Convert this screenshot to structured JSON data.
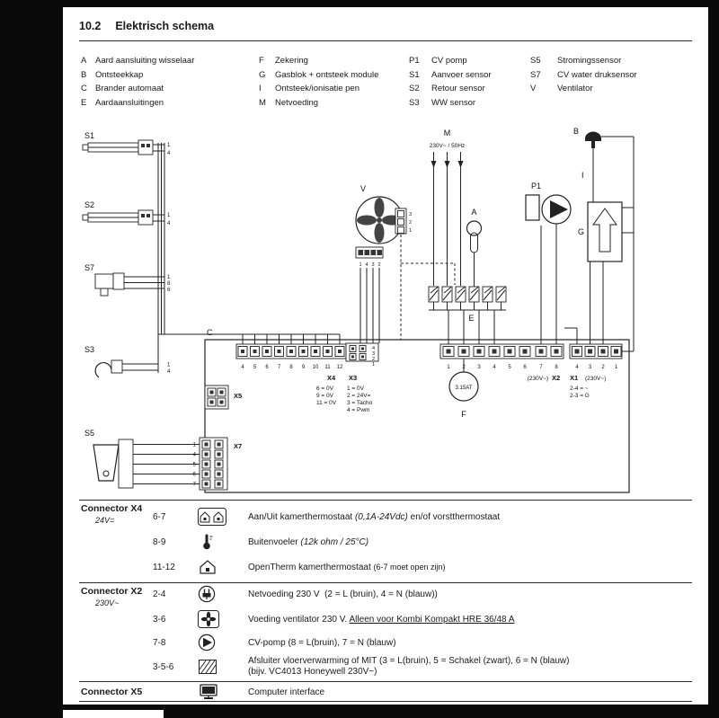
{
  "page": {
    "section_number": "10.2",
    "title": "Elektrisch schema"
  },
  "legend": {
    "col1": [
      {
        "key": "A",
        "label": "Aard aansluiting wisselaar"
      },
      {
        "key": "B",
        "label": "Ontsteekkap"
      },
      {
        "key": "C",
        "label": "Brander automaat"
      },
      {
        "key": "E",
        "label": "Aardaansluitingen"
      }
    ],
    "col2": [
      {
        "key": "F",
        "label": "Zekering"
      },
      {
        "key": "G",
        "label": "Gasblok + ontsteek module"
      },
      {
        "key": "I",
        "label": "Ontsteek/ionisatie pen"
      },
      {
        "key": "M",
        "label": "Netvoeding"
      }
    ],
    "col3": [
      {
        "key": "P1",
        "label": "CV pomp"
      },
      {
        "key": "S1",
        "label": "Aanvoer sensor"
      },
      {
        "key": "S2",
        "label": "Retour sensor"
      },
      {
        "key": "S3",
        "label": "WW sensor"
      }
    ],
    "col4": [
      {
        "key": "S5",
        "label": "Stromingssensor"
      },
      {
        "key": "S7",
        "label": "CV water druksensor"
      },
      {
        "key": "V",
        "label": "Ventilator"
      }
    ]
  },
  "diagram": {
    "components": {
      "s1": "S1",
      "s2": "S2",
      "s7": "S7",
      "s3": "S3",
      "s5": "S5",
      "c": "C",
      "v": "V",
      "m": "M",
      "m_voltage": "230V~ / 50Hz",
      "a": "A",
      "e": "E",
      "p1": "P1",
      "b": "B",
      "i": "I",
      "g": "G",
      "f": "F",
      "fuse_rating": "3.15AT"
    },
    "x4": {
      "label": "X4",
      "pins": [
        "4",
        "5",
        "6",
        "7",
        "8",
        "9",
        "10",
        "11",
        "12"
      ],
      "legend": [
        "6 = 0V",
        "9 = 0V",
        "11 = 0V"
      ]
    },
    "x3": {
      "label": "X3",
      "pins": [
        "4",
        "3",
        "2",
        "1"
      ],
      "legend": [
        "1 = 0V",
        "2 = 24V=",
        "3 = Tacho",
        "4 = Pwm"
      ]
    },
    "x2": {
      "label": "X2",
      "voltage": "(230V~)",
      "pins": [
        "1",
        "2",
        "3",
        "4",
        "5",
        "6",
        "7",
        "8"
      ]
    },
    "x1": {
      "label": "X1",
      "voltage": "(230V~)",
      "pins": [
        "4",
        "3",
        "2",
        "1"
      ],
      "legend": [
        "2-4 = ~",
        "2-3 = G"
      ]
    },
    "x5": {
      "label": "X5"
    },
    "x7": {
      "label": "X7",
      "pins": [
        "1",
        "4",
        "5",
        "6",
        "7"
      ]
    },
    "v_pins": [
      "1",
      "4",
      "3",
      "2"
    ],
    "v_aux_pins": [
      "3",
      "2",
      "1"
    ],
    "s1_pins": [
      "1",
      "4"
    ],
    "s2_pins": [
      "1",
      "4"
    ],
    "s7_pins": [
      "1",
      "8",
      "6"
    ],
    "s3_pins": [
      "1",
      "4"
    ]
  },
  "connectors": {
    "sections": [
      {
        "name": "Connector X4",
        "voltage": "24V=",
        "rows": [
          {
            "pins": "6-7",
            "icon": "room-thermostat",
            "text": "Aan/Uit kamerthermostaat",
            "note": "(0,1A-24Vdc)",
            "suffix": "en/of vorstthermostaat"
          },
          {
            "pins": "8-9",
            "icon": "outdoor-sensor",
            "text": "Buitenvoeler",
            "note": "(12k ohm / 25°C)",
            "suffix": ""
          },
          {
            "pins": "11-12",
            "icon": "opentherm-thermostat",
            "text": "OpenTherm kamerthermostaat",
            "note": "(6-7 moet open zijn)",
            "suffix": ""
          }
        ]
      },
      {
        "name": "Connector X2",
        "voltage": "230V~",
        "rows": [
          {
            "pins": "2-4",
            "icon": "mains-supply",
            "text": "Netvoeding 230 V",
            "note": "(2 = L (bruin), 4 = N (blauw))",
            "suffix": ""
          },
          {
            "pins": "3-6",
            "icon": "fan",
            "text": "Voeding ventilator 230 V.",
            "underline": "Alleen voor Kombi Kompakt HRE 36/48 A",
            "suffix": ""
          },
          {
            "pins": "7-8",
            "icon": "pump",
            "text": "CV-pomp",
            "note": "(8 = L(bruin), 7 = N (blauw)",
            "suffix": ""
          },
          {
            "pins": "3-5-6",
            "icon": "floor-heating",
            "text": "Afsluiter vloerverwarming of MIT",
            "note": "(3 = L(bruin), 5 = Schakel (zwart), 6 = N (blauw)",
            "line2": "(bijv. VC4013 Honeywell 230V~)"
          }
        ]
      },
      {
        "name": "Connector X5",
        "voltage": "",
        "rows": [
          {
            "pins": "",
            "icon": "computer",
            "text": "Computer interface",
            "note": "",
            "suffix": ""
          }
        ]
      }
    ]
  }
}
